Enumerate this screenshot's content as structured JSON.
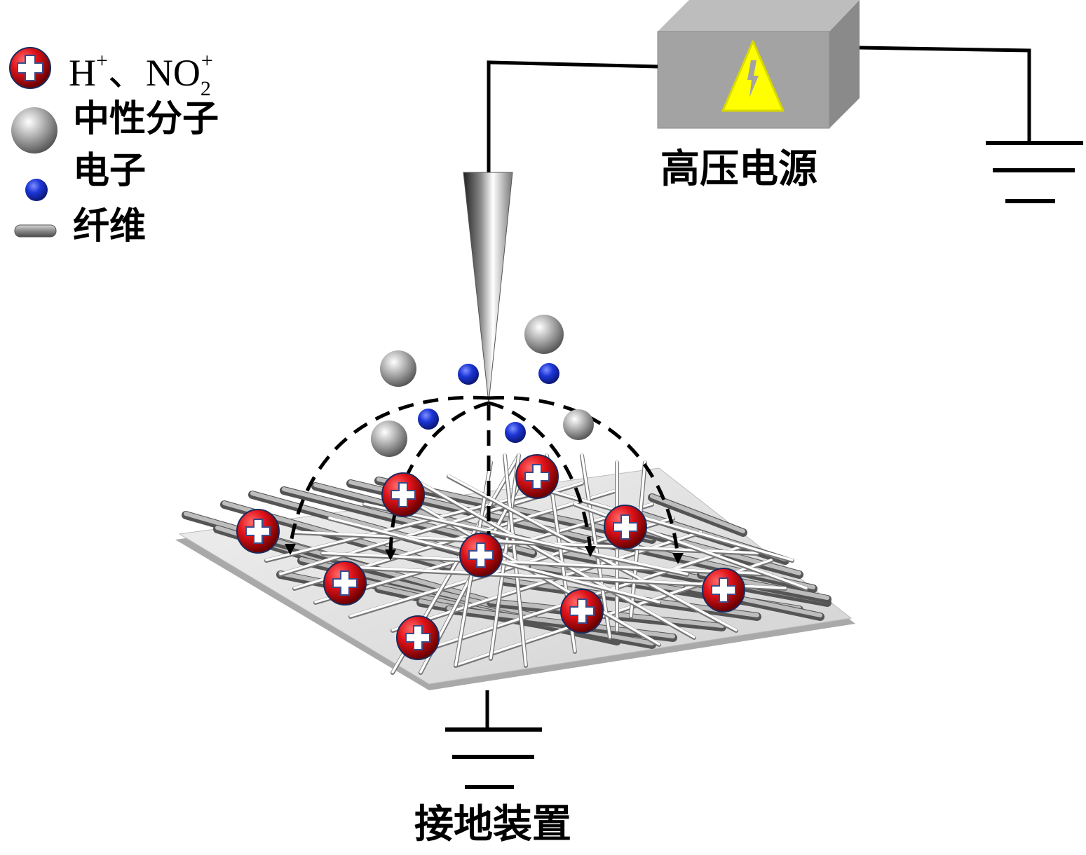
{
  "legend": {
    "items": [
      {
        "icon": "positive-ion-icon",
        "label_parts": [
          "H",
          "+",
          "、NO",
          "2",
          "+"
        ]
      },
      {
        "icon": "neutral-molecule-icon",
        "label": "中性分子"
      },
      {
        "icon": "electron-icon",
        "label": "电子"
      },
      {
        "icon": "fiber-icon",
        "label": "纤维"
      }
    ]
  },
  "power_supply": {
    "label": "高压电源",
    "icon": "high-voltage-warning-icon"
  },
  "ground_device": {
    "label": "接地装置"
  },
  "colors": {
    "ion_red": "#e0131a",
    "ion_cross": "#ffffff",
    "molecule_gray": "#9e9e9e",
    "electron_blue": "#1c35d6",
    "box_front": "#a3a3a3",
    "box_top": "#bdbdbd",
    "box_side": "#8a8a8a",
    "warning_yellow": "#ffff00",
    "wire": "#000000",
    "collector_plate": "#e6e6e6"
  }
}
